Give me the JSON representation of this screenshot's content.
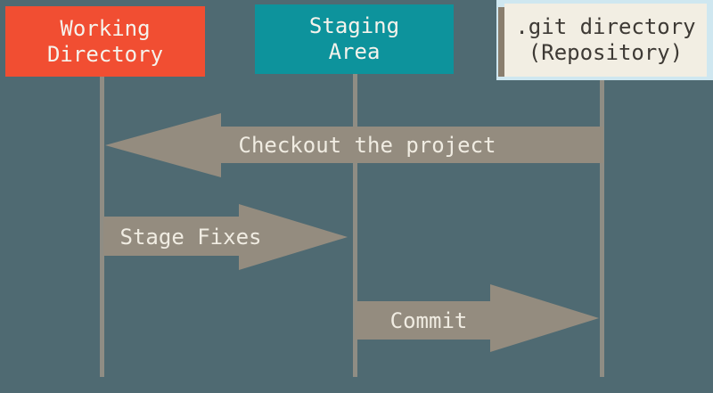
{
  "colors": {
    "background": "#4f6a72",
    "working_directory_box": "#f14e32",
    "staging_area_box": "#0d939c",
    "repository_box_fill": "#f2eee3",
    "repository_box_border": "#cfe7f0",
    "repository_box_shadow": "#8a7e6e",
    "repository_text": "#3e3a35",
    "box_text": "#f5f3ec",
    "arrow_fill": "#948c7f",
    "arrow_text": "#f0ece2",
    "lifeline": "#8f8d84"
  },
  "columns": [
    {
      "id": "working-directory",
      "line1": "Working",
      "line2": "Directory"
    },
    {
      "id": "staging-area",
      "line1": "Staging",
      "line2": "Area"
    },
    {
      "id": "git-directory",
      "line1": ".git directory",
      "line2": "(Repository)"
    }
  ],
  "arrows": [
    {
      "id": "checkout",
      "label": "Checkout the project",
      "direction": "left",
      "from": "git-directory",
      "to": "working-directory"
    },
    {
      "id": "stage-fixes",
      "label": "Stage Fixes",
      "direction": "right",
      "from": "working-directory",
      "to": "staging-area"
    },
    {
      "id": "commit",
      "label": "Commit",
      "direction": "right",
      "from": "staging-area",
      "to": "git-directory"
    }
  ]
}
